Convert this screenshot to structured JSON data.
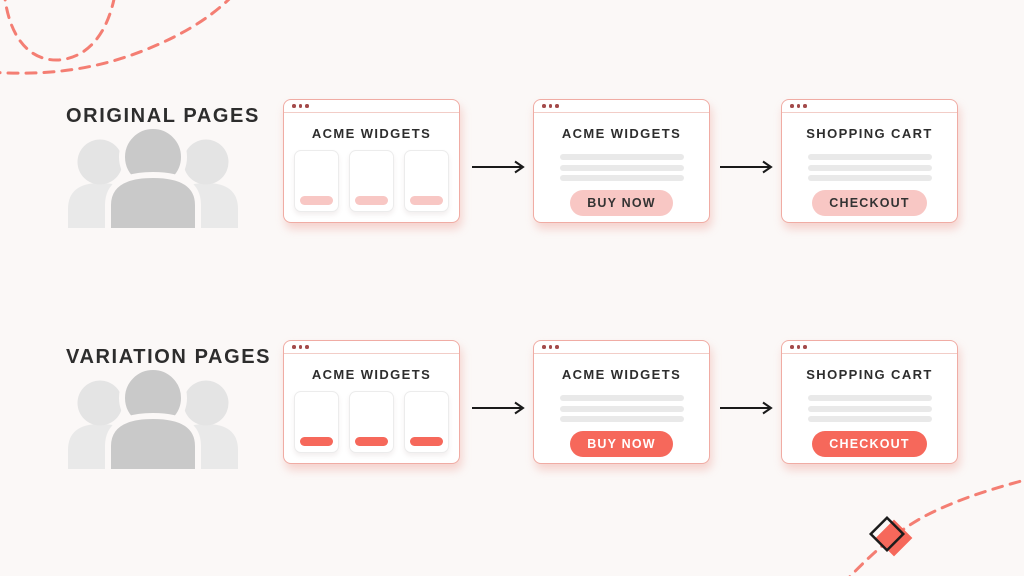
{
  "rows": [
    {
      "label": "ORIGINAL PAGES",
      "variant": "original",
      "windows": [
        {
          "title": "ACME WIDGETS"
        },
        {
          "title": "ACME WIDGETS",
          "button": "BUY NOW"
        },
        {
          "title": "SHOPPING CART",
          "button": "CHECKOUT"
        }
      ]
    },
    {
      "label": "VARIATION PAGES",
      "variant": "variation",
      "windows": [
        {
          "title": "ACME WIDGETS"
        },
        {
          "title": "ACME WIDGETS",
          "button": "BUY NOW"
        },
        {
          "title": "SHOPPING CART",
          "button": "CHECKOUT"
        }
      ]
    }
  ],
  "colors": {
    "coral": "#F6685B",
    "soft_pink": "#F8C7C4",
    "window_border": "#F0ACA4",
    "line_gray": "#E9E9E9",
    "figure_gray": "#C9C9C9",
    "figure_light": "#E4E4E4",
    "text_dark": "#2D2D2D",
    "decor": "#F2685C",
    "background": "#FBF8F7"
  }
}
